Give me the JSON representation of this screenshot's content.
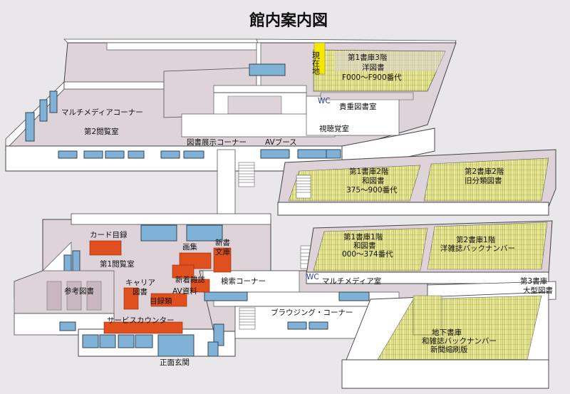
{
  "title": "館内案内図",
  "you_are_here": "現在地",
  "colors": {
    "wall": "#ffffff",
    "floor": "#ddd3d8",
    "shelf": "#eeee9a",
    "shelf_stroke": "#8a8a3a",
    "furniture": "#e0501e",
    "window": "#7fb2d6",
    "you_are_here": "#f5e800",
    "wc": "#2a3fa0"
  },
  "labels": {
    "multimedia_corner_2f": "マルチメディアコーナー",
    "reading_room_2": "第2閲覧室",
    "exhibition_corner": "図書展示コーナー",
    "av_booth": "AVブース",
    "rare_books": "貴重図書室",
    "viewing_room": "視聴覚室",
    "wc_upper": "WC",
    "stack1_3f": "第1書庫3階",
    "stack1_3f_sub1": "洋図書",
    "stack1_3f_sub2": "F000～F900番代",
    "stack1_2f": "第1書庫2階",
    "stack1_2f_sub1": "和図書",
    "stack1_2f_sub2": "375～900番代",
    "stack2_2f": "第2書庫2階",
    "stack2_2f_sub1": "旧分類図書",
    "card_catalog": "カード目録",
    "reading_room_1": "第1閲覧室",
    "reference_books": "参考図書",
    "career_books_1": "キャリア",
    "career_books_2": "図書",
    "art_collection": "画集",
    "new_books_1": "新書",
    "new_books_2": "文庫",
    "new_magazines": "新着雑誌",
    "av_materials": "AV資料",
    "catalog_shelf": "目録類",
    "service_counter": "サービスカウンター",
    "search_corner": "検索コーナー",
    "wc_lower": "WC",
    "multimedia_room": "マルチメディア室",
    "browsing_corner": "ブラウジング・コーナー",
    "main_entrance": "正面玄関",
    "stack1_1f": "第1書庫1階",
    "stack1_1f_sub1": "和図書",
    "stack1_1f_sub2": "000～374番代",
    "stack2_1f": "第2書庫1階",
    "stack2_1f_sub1": "洋雑誌バックナンバー",
    "stack3": "第3書庫",
    "stack3_sub1": "大型図書",
    "basement_stack": "地下書庫",
    "basement_sub1": "和雑誌バックナンバー",
    "basement_sub2": "新聞縮刷版"
  }
}
